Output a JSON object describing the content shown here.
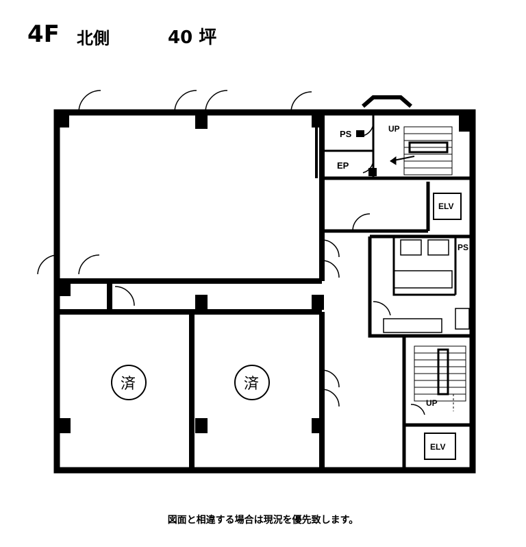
{
  "header": {
    "floor": "4F",
    "side": "北側",
    "area": "40 坪"
  },
  "rooms": {
    "ps_top": "PS",
    "ps_right": "PS",
    "ep": "EP",
    "up_top": "UP",
    "up_bottom": "UP",
    "elv_top": "ELV",
    "elv_bottom": "ELV",
    "occupied_1": "済",
    "occupied_2": "済"
  },
  "footer": {
    "disclaimer": "図面と相違する場合は現況を優先致します。"
  }
}
